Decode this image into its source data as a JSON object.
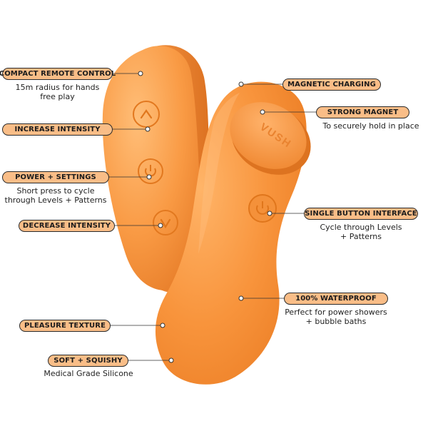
{
  "colors": {
    "product": "#f5963f",
    "product_light": "#ffb870",
    "product_dark": "#e07622",
    "label_fill": "#f9bd87",
    "label_border": "#2b2b2b",
    "leader_line": "#333333"
  },
  "brand_embossed": "VUSH",
  "remote_icons": [
    "chevron-up-icon",
    "power-icon",
    "chevron-down-icon"
  ],
  "product_icons": [
    "power-icon"
  ],
  "callouts": {
    "compact_remote": {
      "label": "COMPACT REMOTE CONTROL",
      "desc": [
        "15m radius for hands",
        "free play"
      ]
    },
    "increase_intensity": {
      "label": "INCREASE INTENSITY"
    },
    "power_settings": {
      "label": "POWER + SETTINGS",
      "desc": [
        "Short press to cycle",
        "through Levels + Patterns"
      ]
    },
    "decrease_intensity": {
      "label": "DECREASE INTENSITY"
    },
    "pleasure_texture": {
      "label": "PLEASURE TEXTURE"
    },
    "soft_squishy": {
      "label": "SOFT + SQUISHY",
      "desc": [
        "Medical Grade Silicone"
      ]
    },
    "magnetic_charging": {
      "label": "MAGNETIC CHARGING"
    },
    "strong_magnet": {
      "label": "STRONG MAGNET",
      "desc": [
        "To securely hold in place"
      ]
    },
    "single_button": {
      "label": "SINGLE BUTTON INTERFACE",
      "desc": [
        "Cycle through Levels",
        "+ Patterns"
      ]
    },
    "waterproof": {
      "label": "100% WATERPROOF",
      "desc": [
        "Perfect for power showers",
        "+ bubble baths"
      ]
    }
  }
}
